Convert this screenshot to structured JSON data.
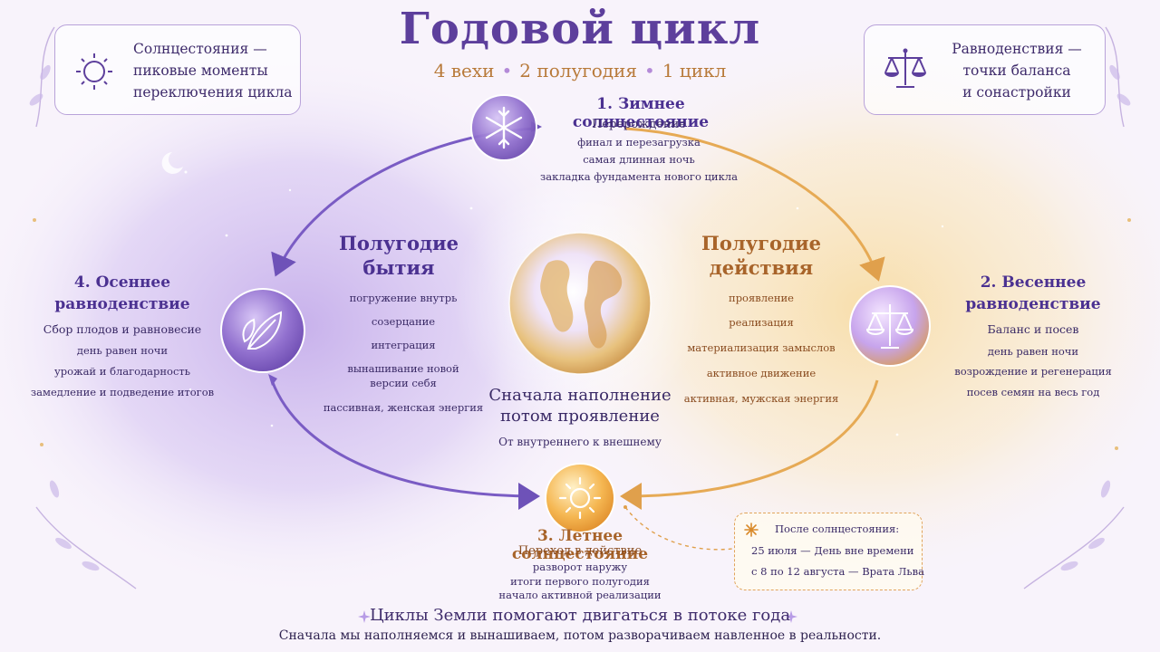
{
  "header": {
    "title": "Годовой цикл",
    "subtitle_parts": [
      "4 вехи",
      "2 полугодия",
      "1 цикл"
    ],
    "separator": "•"
  },
  "notes": {
    "left": {
      "lines": [
        "Солнцестояния —",
        "пиковые моменты",
        "переключения цикла"
      ],
      "icon": "sun-moon-icon"
    },
    "right": {
      "lines": [
        "Равноденствия —",
        "точки баланса",
        "и сонастройки"
      ],
      "icon": "scales-icon"
    }
  },
  "milestones": {
    "winter": {
      "title": "1. Зимнее солнцестояние",
      "subtitle": "Перерождение",
      "items": [
        "финал и перезагрузка",
        "самая длинная ночь",
        "закладка фундамента нового цикла"
      ],
      "icon": "snowflake-icon"
    },
    "spring": {
      "title_lines": [
        "2. Весеннее",
        "равноденствие"
      ],
      "subtitle": "Баланс и посев",
      "items": [
        "день равен ночи",
        "возрождение и регенерация",
        "посев семян на весь год"
      ],
      "icon": "scales-icon"
    },
    "summer": {
      "title": "3. Летнее солнцестояние",
      "subtitle": "Переход в действие",
      "items": [
        "разворот наружу",
        "итоги первого полугодия",
        "начало активной реализации"
      ],
      "icon": "sun-icon"
    },
    "autumn": {
      "title_lines": [
        "4. Осеннее",
        "равноденствие"
      ],
      "subtitle": "Сбор плодов и равновесие",
      "items": [
        "день равен ночи",
        "урожай и благодарность",
        "замедление и подведение итогов"
      ],
      "icon": "leaf-icon"
    }
  },
  "halves": {
    "being": {
      "title_lines": [
        "Полугодие",
        "бытия"
      ],
      "items": [
        "погружение внутрь",
        "созерцание",
        "интеграция",
        "вынашивание новой",
        "версии себя",
        "пассивная, женская энергия"
      ]
    },
    "action": {
      "title_lines": [
        "Полугодие",
        "действия"
      ],
      "items": [
        "проявление",
        "реализация",
        "материализация замыслов",
        "активное движение",
        "активная, мужская энергия"
      ]
    }
  },
  "center": {
    "lines": [
      "Сначала наполнение",
      "потом проявление"
    ],
    "caption": "От внутреннего к внешнему"
  },
  "after_solstice": {
    "title": "После солнцестояния:",
    "items": [
      "25 июля — День вне времени",
      "с 8 по 12 августа — Врата Льва"
    ]
  },
  "footer": {
    "title": "Циклы Земли помогают двигаться в потоке года",
    "text": "Сначала мы наполняемся и вынашиваем, потом разворачиваем навленное в реальности."
  },
  "colors": {
    "violet": "#5d3f9c",
    "amber": "#d9953f",
    "lavender_bg": "#c9b4ea",
    "gold_bg": "#f7d78e"
  }
}
